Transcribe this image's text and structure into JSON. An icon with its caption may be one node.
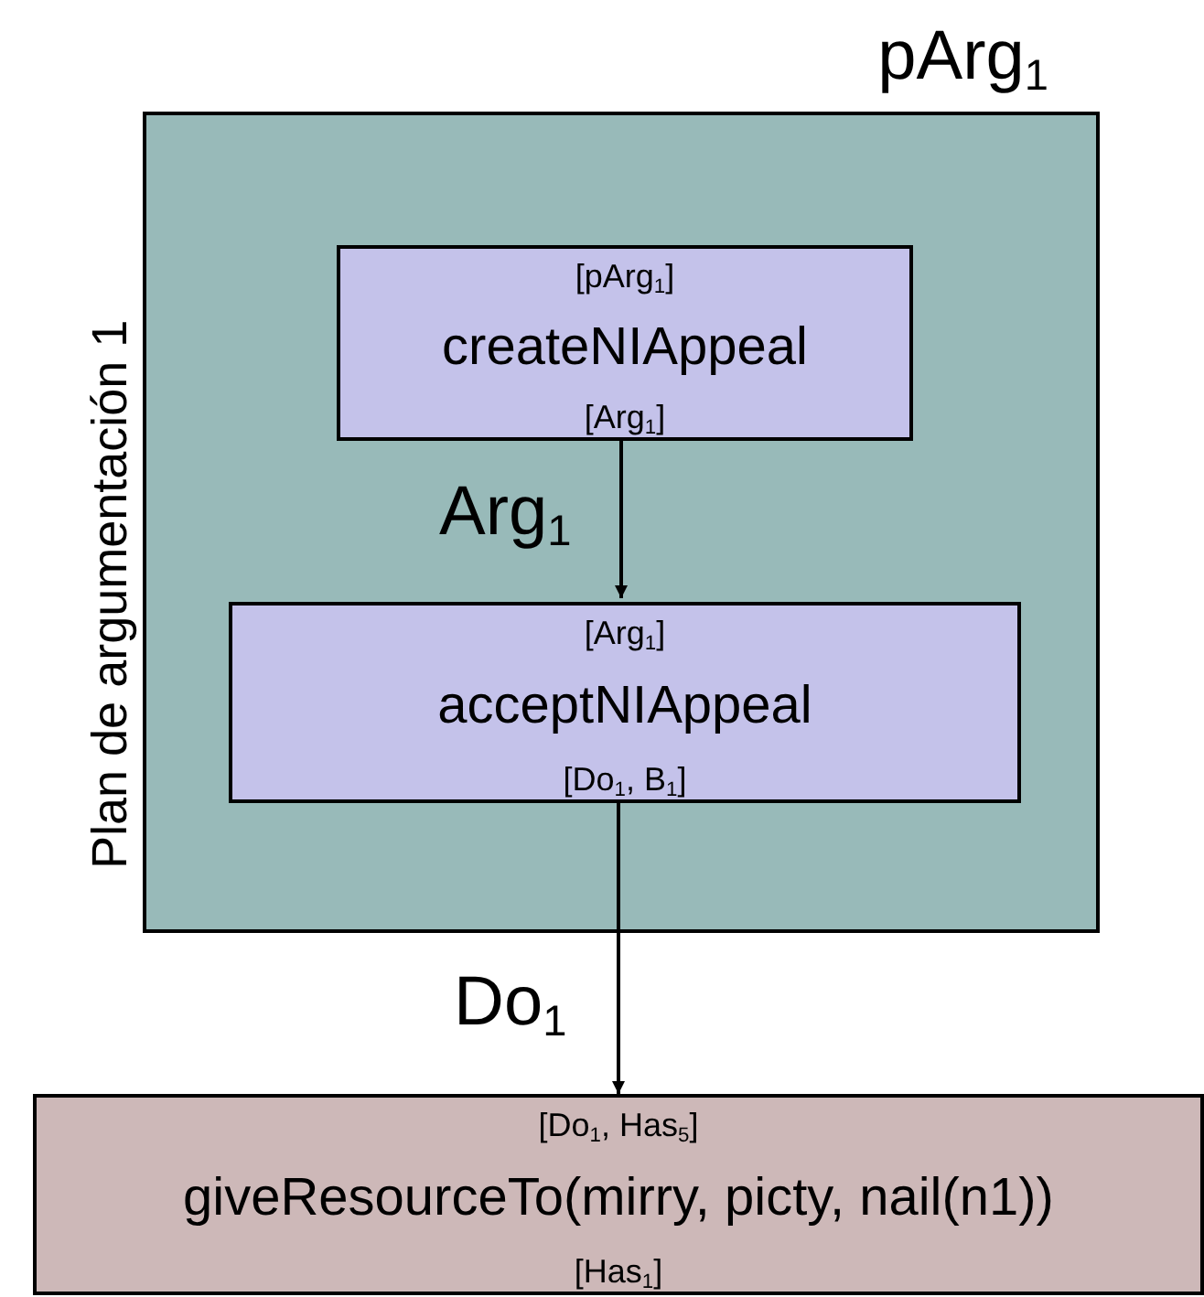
{
  "diagram": {
    "nodes": [
      {
        "text": [
          "pArg$_{1}$",
          "Plan de argumentación 1"
        ]
      },
      {
        "text": [
          "[pArg$_{1}$]",
          "createNIAppeal",
          "[Arg$_{1}$]"
        ],
        "in": 0
      },
      {
        "text": [
          "[Arg$_{1}$]",
          "acceptNIAppeal",
          "[Do$_{1}$, B$_{1}$]"
        ],
        "in": 0
      },
      {
        "text": [
          "[Do$_{1}$, Has$_{5}$]",
          "giveResourceTo(mirry, picty, nail(n1))",
          "[Has$_{1}$]"
        ]
      }
    ],
    "edges": [
      {
        "from": 1,
        "to": 2,
        "arrow": "to",
        "label": "Arg$_{1}$"
      },
      {
        "from": 2,
        "to": 3,
        "arrow": "to",
        "label": "Do$_{1}$"
      }
    ]
  }
}
